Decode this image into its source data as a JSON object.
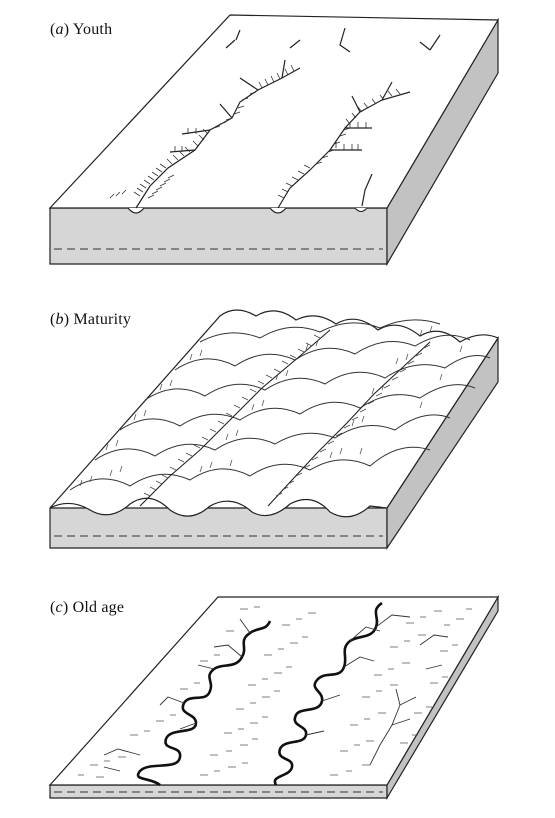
{
  "panels": [
    {
      "letter": "a",
      "caption": "Youth"
    },
    {
      "letter": "b",
      "caption": "Maturity"
    },
    {
      "letter": "c",
      "caption": "Old age"
    }
  ]
}
